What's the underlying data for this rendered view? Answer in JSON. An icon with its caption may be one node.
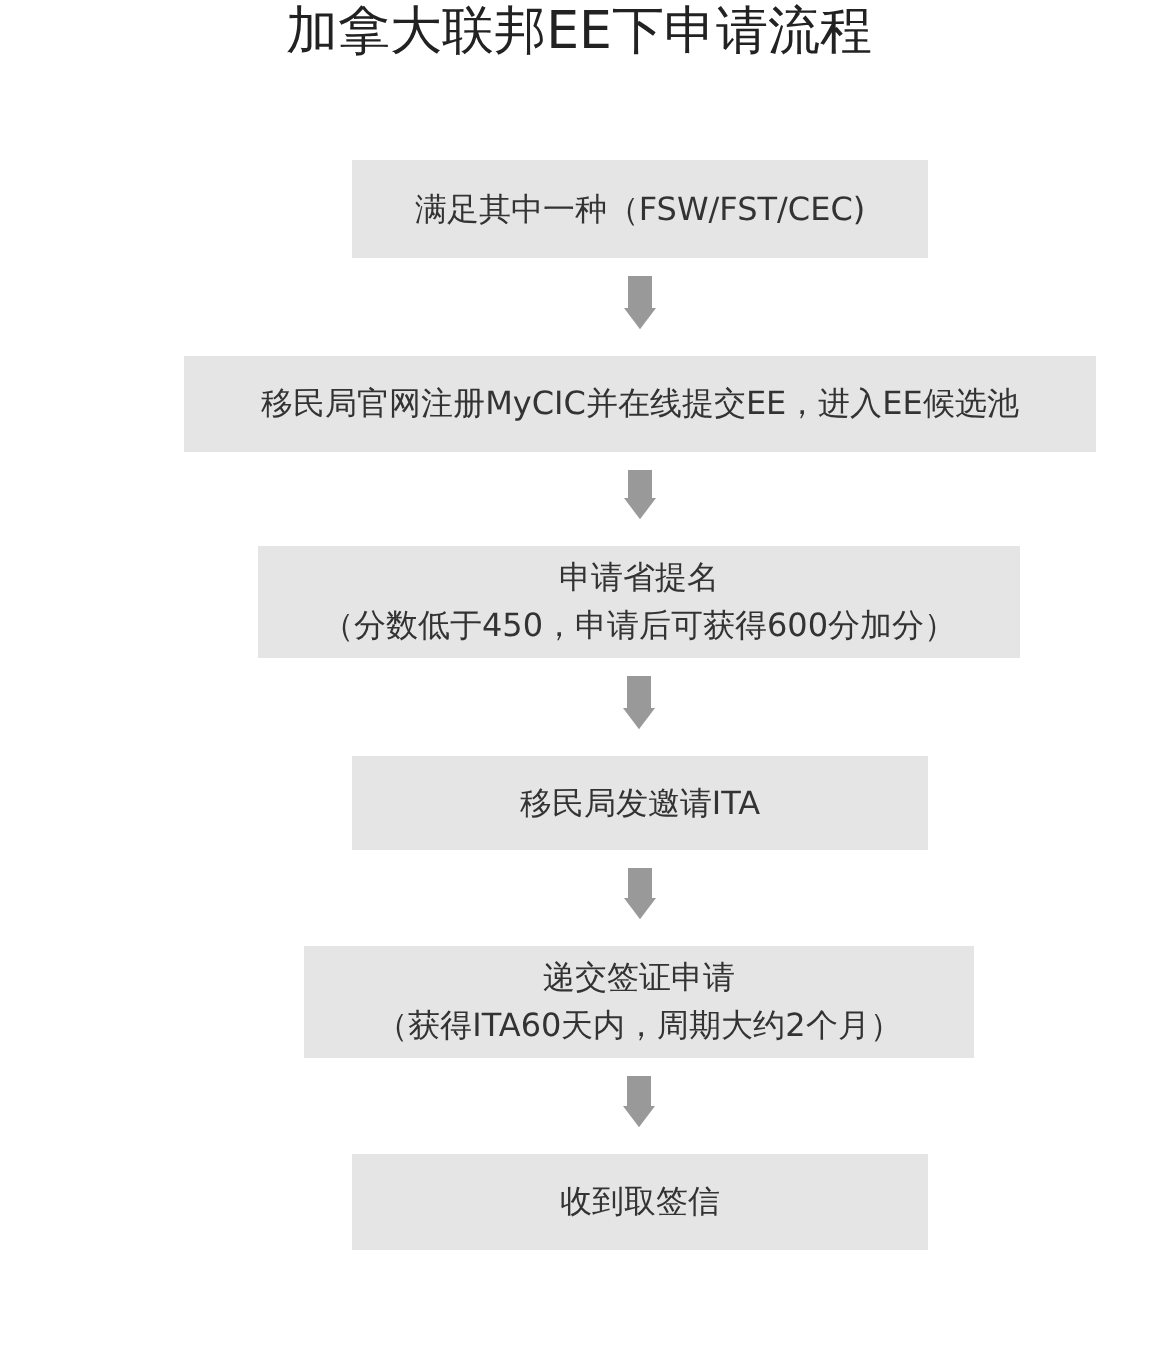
{
  "diagram": {
    "title": "加拿大联邦EE下申请流程",
    "nodes": [
      {
        "text": [
          "满足其中一种（FSW/FST/CEC)"
        ]
      },
      {
        "text": [
          "移民局官网注册MyCIC并在线提交EE，进入EE候选池"
        ]
      },
      {
        "text": [
          "申请省提名",
          "（分数低于450，申请后可获得600分加分）"
        ]
      },
      {
        "text": [
          "移民局发邀请ITA"
        ]
      },
      {
        "text": [
          "递交签证申请",
          "（获得ITA60天内，周期大约2个月）"
        ]
      },
      {
        "text": [
          "收到取签信"
        ]
      }
    ],
    "edges": [
      {
        "from": 0,
        "to": 1,
        "arrow": "to"
      },
      {
        "from": 1,
        "to": 2,
        "arrow": "to"
      },
      {
        "from": 2,
        "to": 3,
        "arrow": "to"
      },
      {
        "from": 3,
        "to": 4,
        "arrow": "to"
      },
      {
        "from": 4,
        "to": 5,
        "arrow": "to"
      }
    ]
  }
}
